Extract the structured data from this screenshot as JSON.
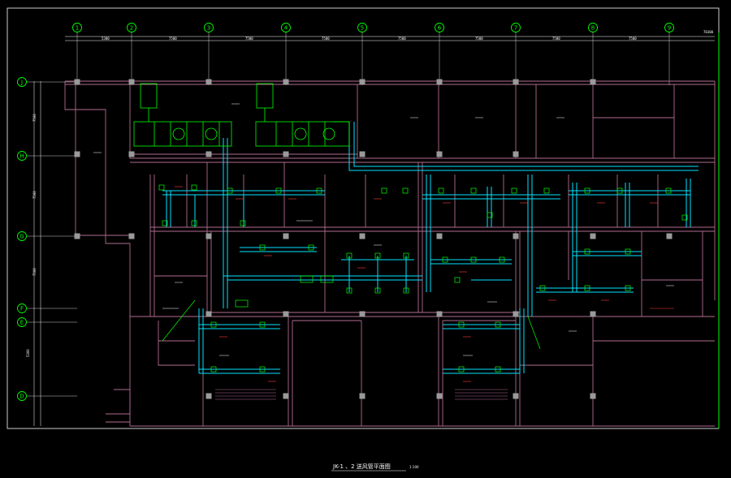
{
  "drawing": {
    "title": "JK-1 、2 送风管平面图",
    "scale": "1:100",
    "background": "#000000",
    "colors": {
      "walls": "#b26b8f",
      "duct_supply": "#00e5ff",
      "duct_fittings": "#00ff00",
      "annotations": "#ff3b3b",
      "grid_bubbles": "#00ff00",
      "columns": "#9a9a9a",
      "dimension_lines": "#ffffff"
    }
  },
  "grid": {
    "columns": [
      "1",
      "2",
      "3",
      "4",
      "5",
      "6",
      "7",
      "8",
      "9"
    ],
    "rows": [
      "J",
      "H",
      "G",
      "F",
      "E",
      "D"
    ]
  },
  "units": [
    {
      "id": "JK-1"
    },
    {
      "id": "JK-2"
    }
  ]
}
